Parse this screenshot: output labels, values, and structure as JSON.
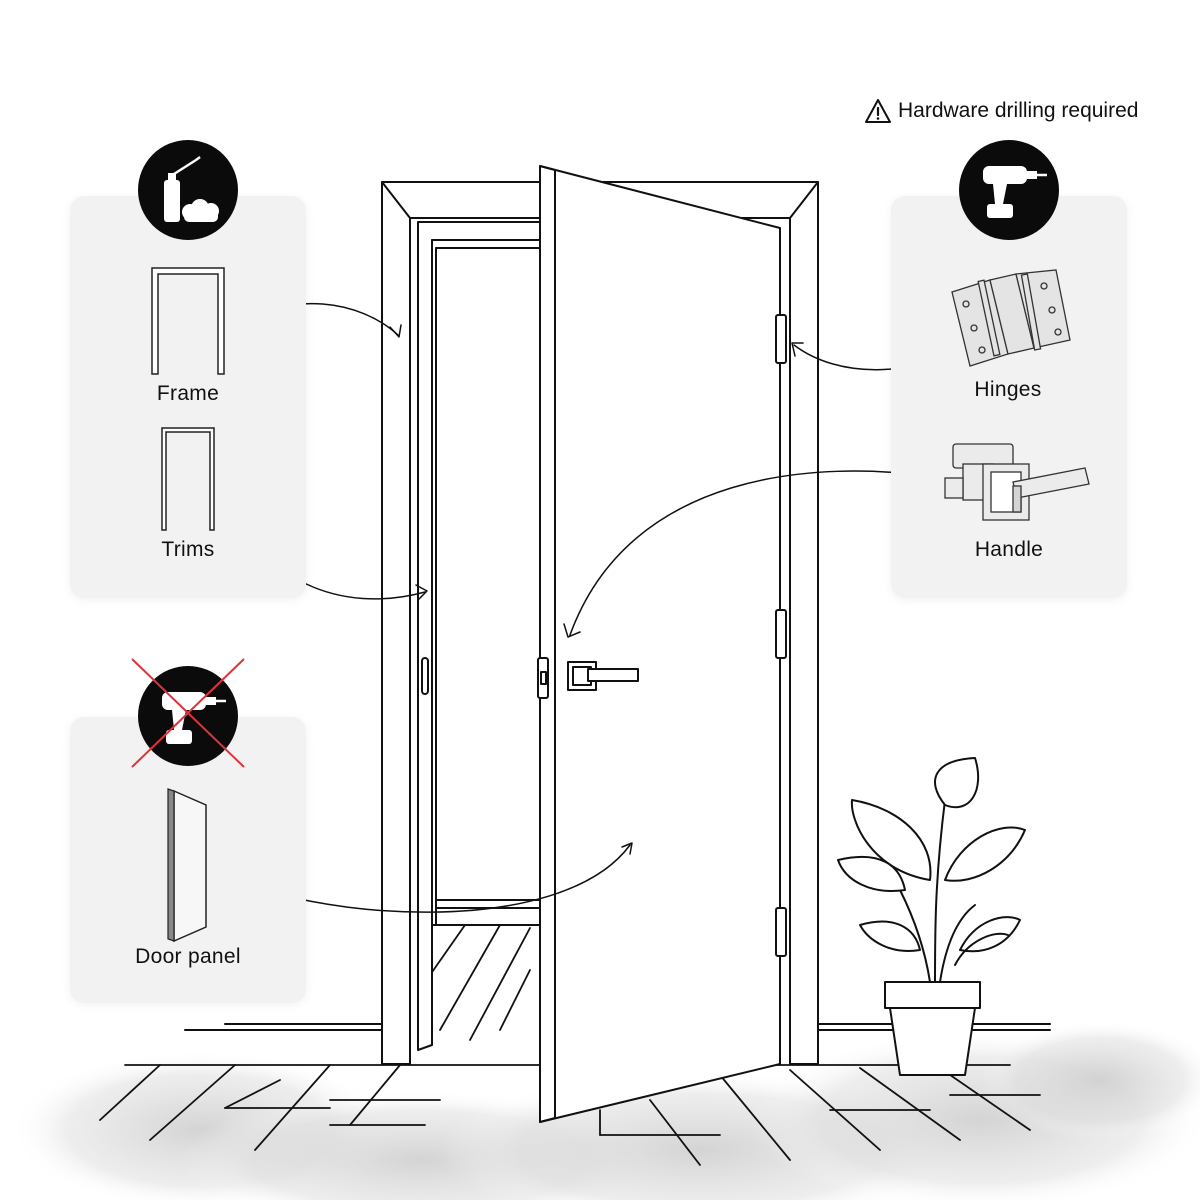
{
  "notice": {
    "icon": "warning-triangle-icon",
    "text": "Hardware drilling required"
  },
  "left_card": {
    "badge_icon": "foam-spray-can-icon",
    "items": [
      {
        "label": "Frame",
        "icon": "frame-outline-icon"
      },
      {
        "label": "Trims",
        "icon": "trims-outline-icon"
      }
    ]
  },
  "door_card": {
    "badge_icon": "no-drill-icon",
    "items": [
      {
        "label": "Door panel",
        "icon": "door-panel-icon"
      }
    ]
  },
  "right_card": {
    "badge_icon": "power-drill-icon",
    "items": [
      {
        "label": "Hinges",
        "icon": "hinges-icon"
      },
      {
        "label": "Handle",
        "icon": "lever-handle-icon"
      }
    ]
  },
  "colors": {
    "card": "#f2f2f2",
    "badge": "#0b0b0b",
    "cross": "#e0323a",
    "line": "#111111"
  }
}
